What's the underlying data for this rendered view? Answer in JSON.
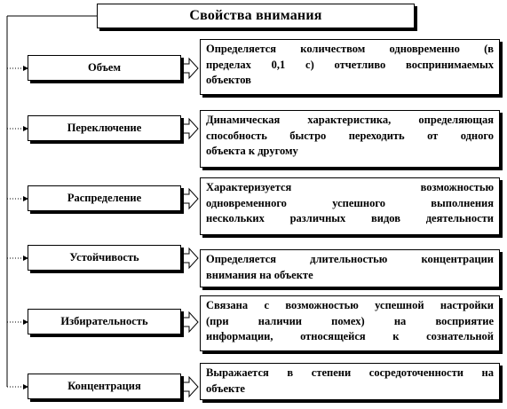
{
  "diagram": {
    "title": "Свойства внимания",
    "rows": [
      {
        "property": "Объем",
        "description_lines": [
          "Определяется количеством одновременно (в",
          "пределах 0,1 с) отчетливо воспринимаемых",
          "объектов"
        ]
      },
      {
        "property": "Переключение",
        "description_lines": [
          "Динамическая характеристика, определяющая",
          "способность быстро переходить от одного",
          "объекта к другому"
        ]
      },
      {
        "property": "Распределение",
        "description_lines": [
          "Характеризуется возможностью",
          "одновременного успешного выполнения",
          "нескольких различных видов деятельности"
        ]
      },
      {
        "property": "Устойчивость",
        "description_lines": [
          "Определяется длительностью концентрации",
          "внимания на объекте"
        ]
      },
      {
        "property": "Избирательность",
        "description_lines": [
          "Связана с возможностью успешной настройки",
          "(при наличии помех) на восприятие",
          "информации, относящейся к сознательной"
        ]
      },
      {
        "property": "Концентрация",
        "description_lines": [
          "Выражается в степени сосредоточенности на",
          "объекте"
        ]
      }
    ]
  }
}
